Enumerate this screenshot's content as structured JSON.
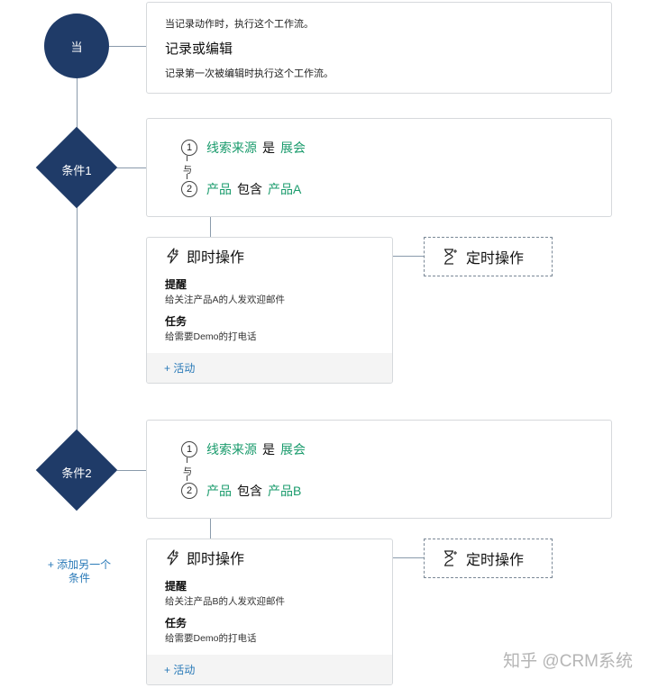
{
  "trigger": {
    "node_label": "当",
    "subtitle": "当记录动作时，执行这个工作流。",
    "title": "记录或编辑",
    "description": "记录第一次被编辑时执行这个工作流。"
  },
  "conditions": [
    {
      "label": "条件1",
      "criteria": [
        {
          "num": "1",
          "field": "线索来源",
          "op": "是",
          "value": "展会"
        },
        {
          "num": "2",
          "field": "产品",
          "op": "包含",
          "value": "产品A"
        }
      ],
      "connector": "与",
      "instant": {
        "title": "即时操作",
        "items": [
          {
            "title": "提醒",
            "desc": "给关注产品A的人发欢迎邮件"
          },
          {
            "title": "任务",
            "desc": "给需要Demo的打电话"
          }
        ],
        "add_label": "+ 活动"
      },
      "scheduled": {
        "title": "定时操作"
      }
    },
    {
      "label": "条件2",
      "criteria": [
        {
          "num": "1",
          "field": "线索来源",
          "op": "是",
          "value": "展会"
        },
        {
          "num": "2",
          "field": "产品",
          "op": "包含",
          "value": "产品B"
        }
      ],
      "connector": "与",
      "instant": {
        "title": "即时操作",
        "items": [
          {
            "title": "提醒",
            "desc": "给关注产品B的人发欢迎邮件"
          },
          {
            "title": "任务",
            "desc": "给需要Demo的打电话"
          }
        ],
        "add_label": "+ 活动"
      },
      "scheduled": {
        "title": "定时操作"
      }
    }
  ],
  "add_condition": {
    "line1": "+ 添加另一个",
    "line2": "条件"
  },
  "watermark": "知乎 @CRM系统",
  "colors": {
    "node": "#1f3b68",
    "green": "#1a9b6c",
    "link": "#2a7ab8",
    "connector": "#8a9aab"
  }
}
